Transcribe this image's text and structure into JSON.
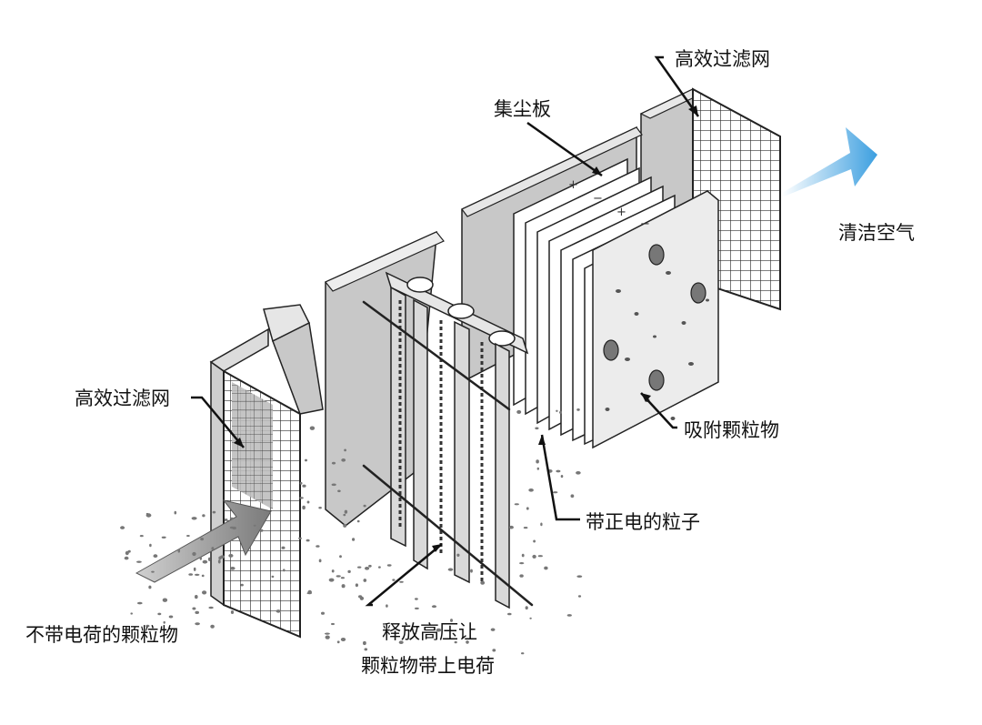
{
  "labels": {
    "hepa_outlet": "高效过滤网",
    "collector_plate": "集尘板",
    "clean_air": "清洁空气",
    "hepa_inlet": "高效过滤网",
    "adsorb_particles": "吸附颗粒物",
    "charged_particles": "带正电的粒子",
    "uncharged_particles": "不带电荷的颗粒物",
    "ionizer_line1": "释放高压让",
    "ionizer_line2": "颗粒物带上电荷"
  },
  "colors": {
    "frame_gray": "#c8c8c8",
    "frame_dark": "#9a9a9a",
    "outline": "#222222",
    "airflow_in": "#8e8e8e",
    "airflow_out": "#4aa8e0"
  }
}
